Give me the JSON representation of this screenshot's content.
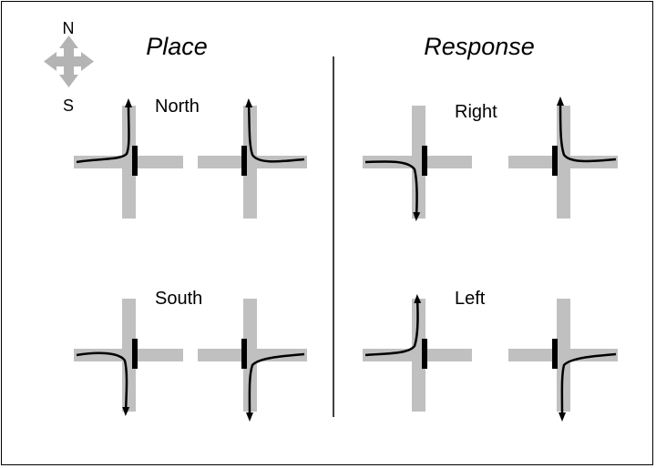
{
  "compass": {
    "north_label": "N",
    "south_label": "S",
    "icon": "four-way-arrow-icon"
  },
  "panels": {
    "place": {
      "title": "Place",
      "top_label": "North",
      "bottom_label": "South"
    },
    "response": {
      "title": "Response",
      "top_label": "Right",
      "bottom_label": "Left"
    }
  },
  "colors": {
    "maze": "#c0c0c0",
    "path": "#000000",
    "compass": "#b4b4b4"
  }
}
